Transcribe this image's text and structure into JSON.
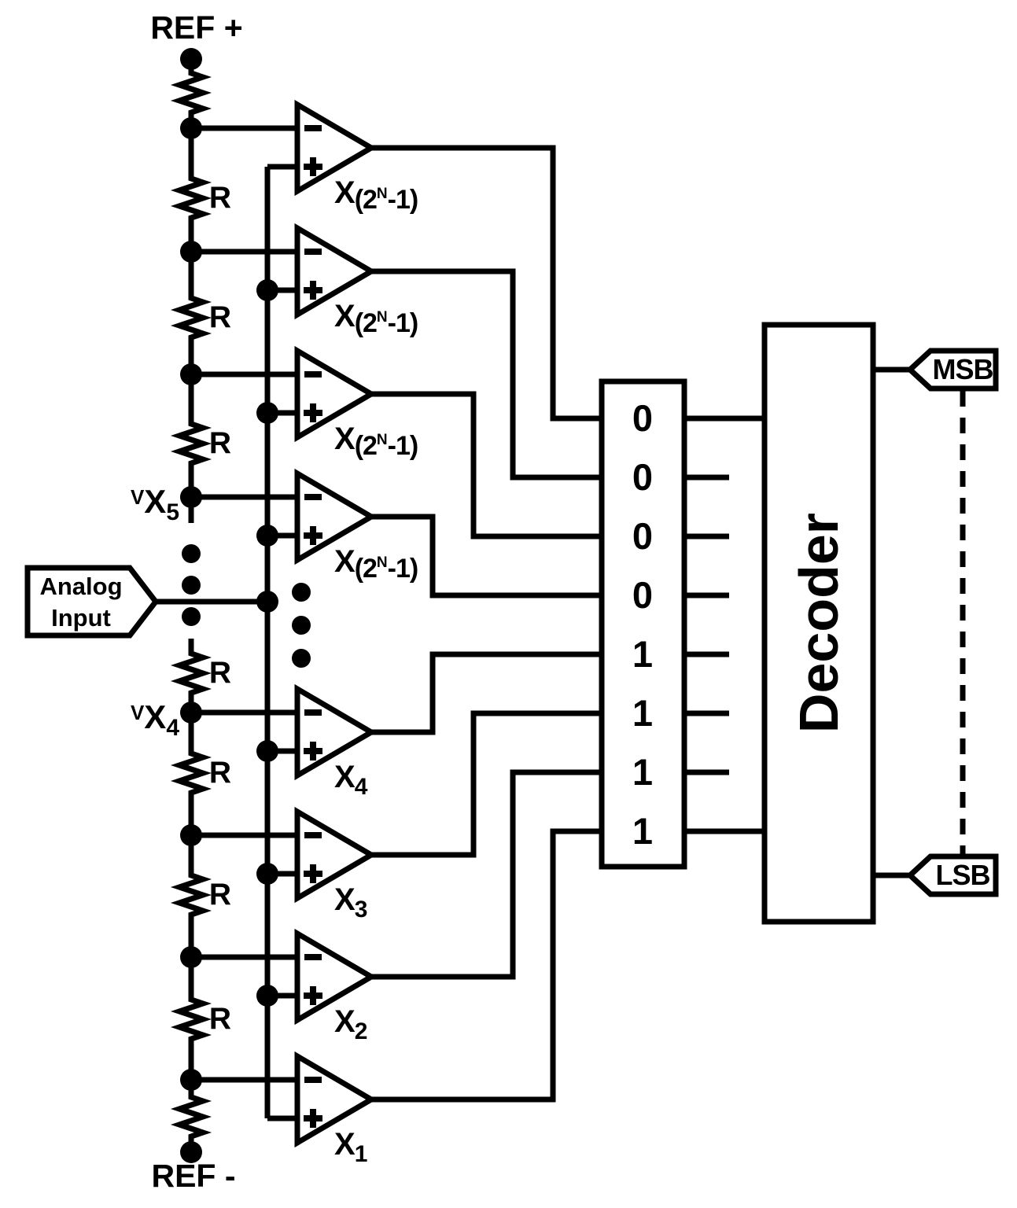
{
  "colors": {
    "ink": "#000000",
    "background": "#ffffff"
  },
  "ref_plus_label": "REF +",
  "ref_minus_label": "REF -",
  "ladder": {
    "resistor_label": "R",
    "vx5": {
      "prefix": "V",
      "base": "X",
      "sub": "5"
    },
    "vx4": {
      "prefix": "V",
      "base": "X",
      "sub": "4"
    }
  },
  "analog_input": {
    "line1": "Analog",
    "line2": "Input"
  },
  "comparators": [
    {
      "label": {
        "base": "X",
        "sub_open": "(2",
        "sup": "N",
        "sub_close": "-1)"
      }
    },
    {
      "label": {
        "base": "X",
        "sub_open": "(2",
        "sup": "N",
        "sub_close": "-1)"
      }
    },
    {
      "label": {
        "base": "X",
        "sub_open": "(2",
        "sup": "N",
        "sub_close": "-1)"
      }
    },
    {
      "label": {
        "base": "X",
        "sub_open": "(2",
        "sup": "N",
        "sub_close": "-1)"
      }
    },
    {
      "label": {
        "base": "X",
        "sub": "4"
      }
    },
    {
      "label": {
        "base": "X",
        "sub": "3"
      }
    },
    {
      "label": {
        "base": "X",
        "sub": "2"
      }
    },
    {
      "label": {
        "base": "X",
        "sub": "1"
      }
    }
  ],
  "register": {
    "bits": [
      "0",
      "0",
      "0",
      "0",
      "1",
      "1",
      "1",
      "1"
    ]
  },
  "decoder_label": "Decoder",
  "outputs": {
    "msb": "MSB",
    "lsb": "LSB"
  }
}
